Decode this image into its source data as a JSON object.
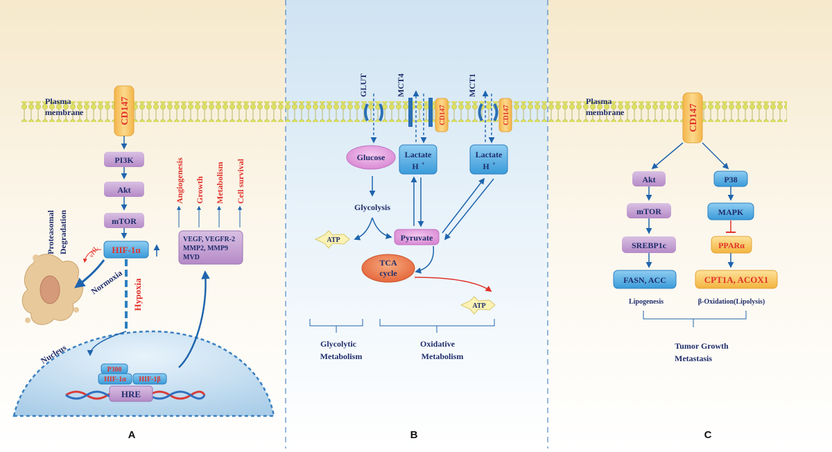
{
  "panels": {
    "a": {
      "letter": "A",
      "membrane_label_1": "Plasma",
      "membrane_label_2": "membrane",
      "receptor": "CD147",
      "pathway": [
        "PI3K",
        "Akt",
        "mTOR"
      ],
      "hif": "HIF-1α",
      "degradation_1": "Proteasomal",
      "degradation_2": "Degradation",
      "vhl": "vHL",
      "normoxia": "Normoxia",
      "hypoxia": "Hypoxia",
      "nucleus": "Nucleus",
      "complex": [
        "P300",
        "HIF-1α",
        "HIF-1β"
      ],
      "hre": "HRE",
      "targets": [
        "VEGF, VEGFR-2",
        "MMP2, MMP9",
        "MVD"
      ],
      "outcomes": [
        "Angiogenesis",
        "Growth",
        "Metabolism",
        "Cell survival"
      ]
    },
    "b": {
      "letter": "B",
      "transporters": [
        "GLUT",
        "MCT4",
        "MCT1"
      ],
      "cd147": "CD147",
      "glucose": "Glucose",
      "lactate": "Lactate",
      "proton": "H",
      "proton_sup": "+",
      "glycolysis": "Glycolysis",
      "pyruvate": "Pyruvate",
      "atp": "ATP",
      "tca_1": "TCA",
      "tca_2": "cycle",
      "glycolytic_1": "Glycolytic",
      "glycolytic_2": "Metabolism",
      "oxidative_1": "Oxidative",
      "oxidative_2": "Metabolism"
    },
    "c": {
      "letter": "C",
      "membrane_label_1": "Plasma",
      "membrane_label_2": "membrane",
      "receptor": "CD147",
      "left_path": [
        "Akt",
        "mTOR",
        "SREBP1c",
        "FASN, ACC"
      ],
      "right_path": [
        "P38",
        "MAPK",
        "PPARα",
        "CPT1A, ACOX1"
      ],
      "lipogenesis": "Lipogenesis",
      "oxidation": "β-Oxidation(Lipolysis)",
      "outcome_1": "Tumor Growth",
      "outcome_2": "Metastasis"
    }
  },
  "colors": {
    "panel_a_bg": "#fbf3e2",
    "panel_b_bg": "#e6f1f9",
    "panel_c_bg": "#fbf3e2",
    "membrane_head": "#dde062",
    "cd147": "#f5c467",
    "purple_box": "#c9a6d6",
    "blue_box": "#5cb2e6",
    "arrow": "#1f64ad",
    "red_text": "#e0322a"
  }
}
